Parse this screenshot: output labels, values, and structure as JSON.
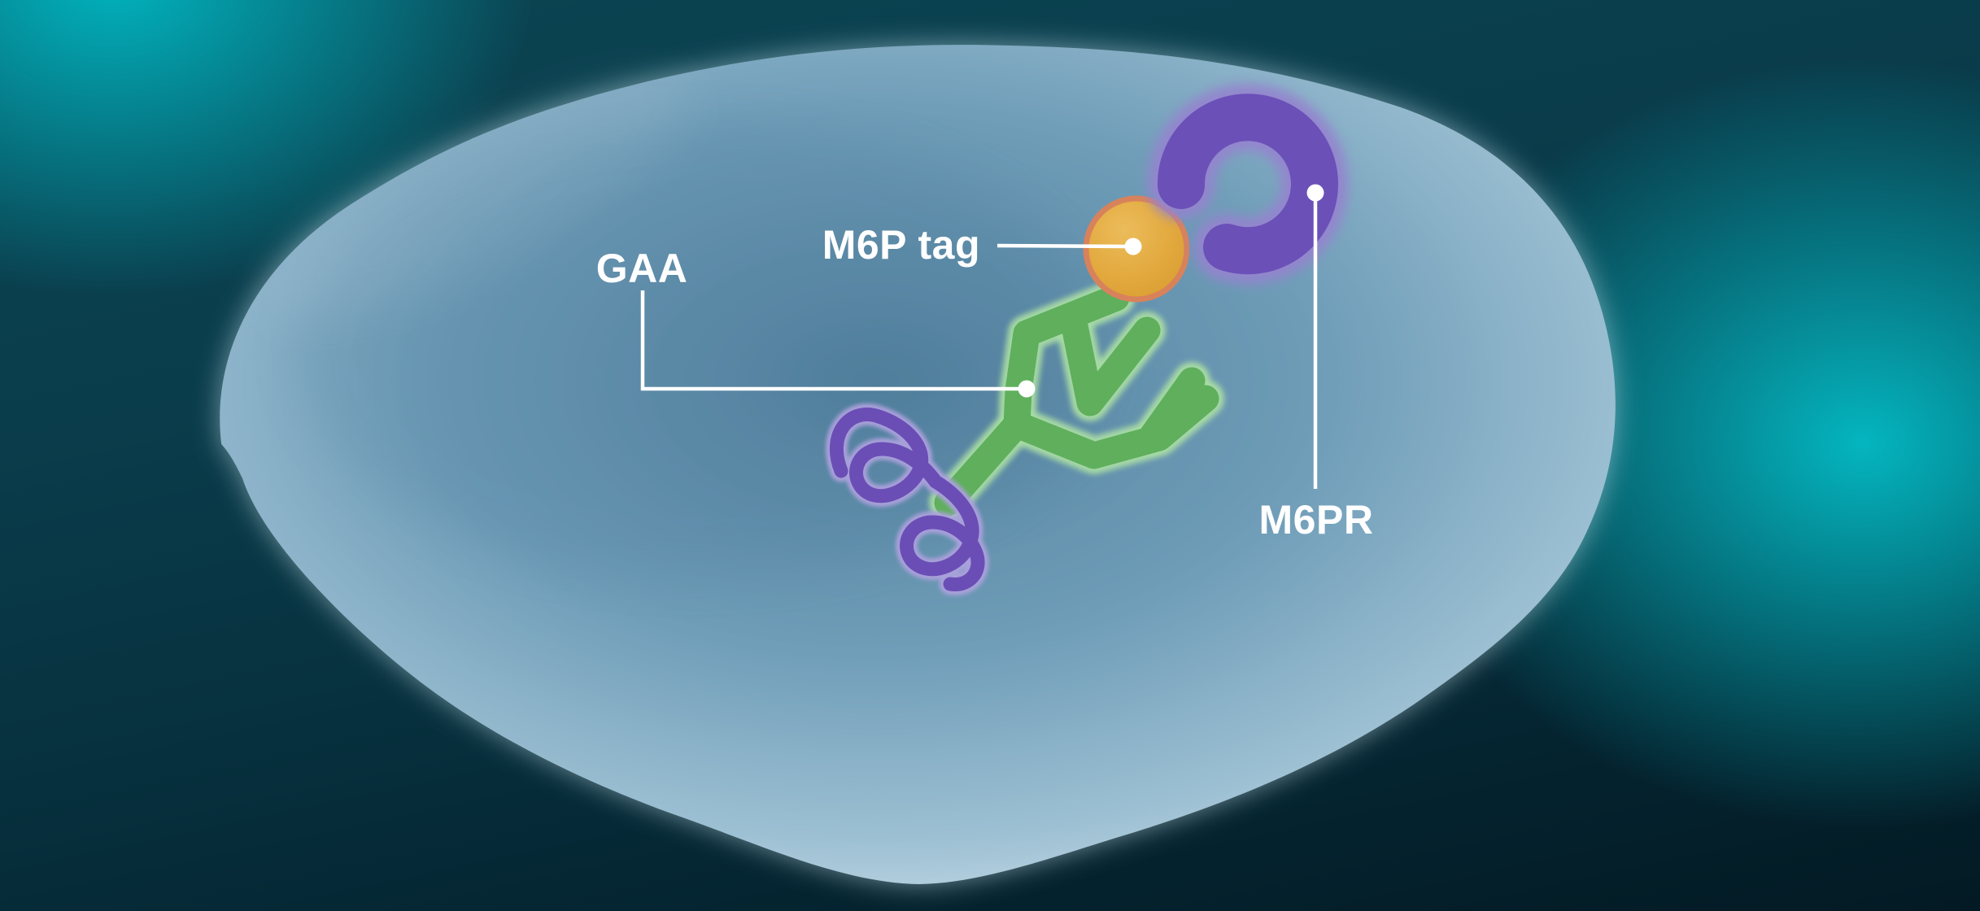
{
  "figure": {
    "type": "cell-biology-illustration",
    "labels": {
      "gaa": "GAA",
      "m6p_tag": "M6P tag",
      "m6pr": "M6PR"
    },
    "structures": [
      {
        "id": "cell-vesicle",
        "label_ref": null
      },
      {
        "id": "gaa-enzyme",
        "label_ref": "gaa"
      },
      {
        "id": "m6p-tag-molecule",
        "label_ref": "m6p_tag"
      },
      {
        "id": "m6pr-receptor",
        "label_ref": "m6pr"
      }
    ],
    "colors": {
      "background_teal": "#0a3d4c",
      "background_deep": "#031a24",
      "glow_cyan": "#04c1cb",
      "cell_center_blue": "#54829f",
      "cell_mid_blue": "#6f9db8",
      "cell_light_blue": "#9dc0d3",
      "cell_edge_blue": "#dae9f1",
      "glycan_green": "#5faf5d",
      "glycan_green_halo": "#a9dda4",
      "m6p_orange": "#e2a93e",
      "m6p_orange_light": "#ecbc5b",
      "m6p_orange_deep": "#d99b2f",
      "m6p_orange_rim": "#d8825b",
      "receptor_purple": "#6b50b8",
      "receptor_purple_halo": "#9484cf",
      "coil_purple": "#6a4eb5",
      "coil_purple_halo": "#aca1dd",
      "label_white": "#ffffff"
    }
  }
}
